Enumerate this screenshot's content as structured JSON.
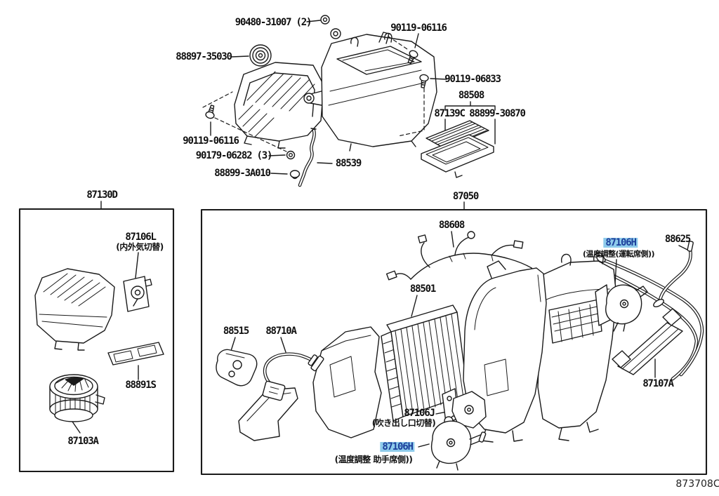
{
  "diagram": {
    "type": "exploded-parts-diagram",
    "subject": "heating & air conditioning unit",
    "footer": {
      "code": "873708C"
    },
    "colors": {
      "line": "#1a1a1a",
      "background": "#ffffff",
      "highlight_bg": "#8ecbeb",
      "highlight_text": "#1d3f9b"
    },
    "labels": {
      "grommets": {
        "text": "90480-31007 (2)"
      },
      "bolt_top_right": {
        "text": "90119-06116"
      },
      "seal_ring": {
        "text": "88897-35030"
      },
      "bolt_side": {
        "text": "90119-06833"
      },
      "filter_assy": {
        "text": "88508"
      },
      "filter": {
        "text": "87139C"
      },
      "filter_case": {
        "text": "88899-30870"
      },
      "bolt_left": {
        "text": "90119-06116"
      },
      "nut": {
        "text": "90179-06282 (3)"
      },
      "clip": {
        "text": "88899-3A010"
      },
      "link_rod": {
        "text": "88539"
      },
      "blower_assy": {
        "text": "87130D"
      },
      "intake_servo": {
        "text": "87106L",
        "sub": "(内外気切替)"
      },
      "resistor": {
        "text": "88891S"
      },
      "blower_motor": {
        "text": "87103A"
      },
      "radiator_assy": {
        "text": "87050"
      },
      "harness": {
        "text": "88608"
      },
      "evaporator": {
        "text": "88501"
      },
      "temp_servo_driver": {
        "text": "87106H",
        "sub": "(温度調整(運転席側))",
        "highlighted": true
      },
      "capillary_wire": {
        "text": "88625"
      },
      "clamp": {
        "text": "88515"
      },
      "pipe": {
        "text": "88710A"
      },
      "heater_core": {
        "text": "87107A"
      },
      "mode_servo": {
        "text": "87106J",
        "sub": "(吹き出し口切替)"
      },
      "temp_servo_passenger": {
        "text": "87106H",
        "sub": "(温度調整 助手席側))",
        "highlighted": true
      }
    },
    "art": {
      "sketches": [
        "grommet-icons",
        "seal-ring-sketch",
        "bolt-icons",
        "nut-icon",
        "clip-icon",
        "link-rod-sketch",
        "blower-heater-assembly-sketch",
        "cabin-filter-sketch",
        "filter-case-sketch",
        "blower-box-frame",
        "intake-servo-sketch",
        "blower-intake-sketch",
        "resistor-sketch",
        "blower-motor-sketch",
        "main-box-frame",
        "harness-sketch",
        "evaporator-sketch",
        "mode-duct-sketch",
        "clamp-sketch",
        "water-pipe-sketch",
        "hvac-case-sketch",
        "temp-servo-driver-sketch",
        "capillary-wire-sketch",
        "heater-pipes-sketch",
        "heater-core-sketch",
        "mode-servo-sketch",
        "temp-servo-passenger-sketch"
      ]
    }
  }
}
